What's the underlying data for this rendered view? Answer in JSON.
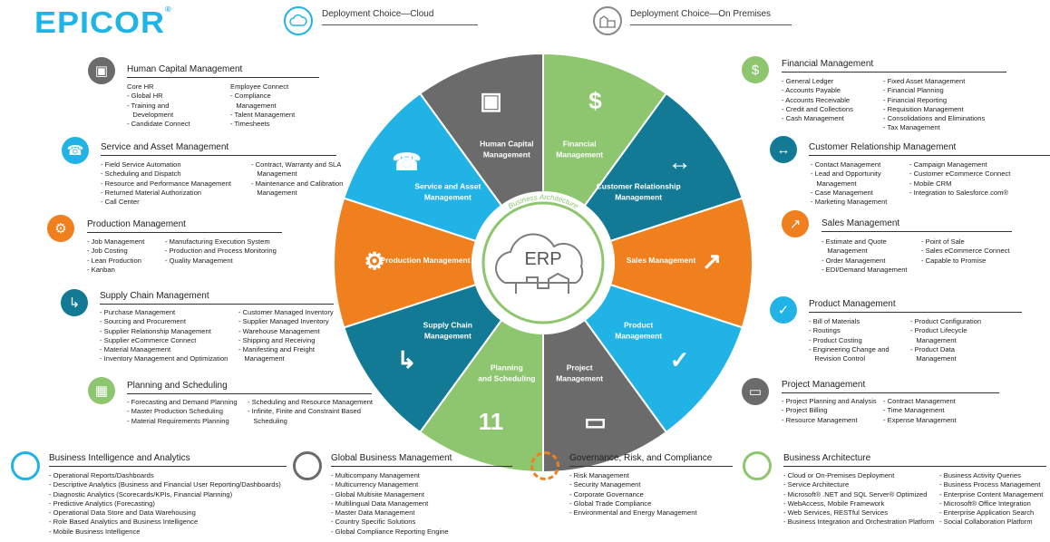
{
  "logo": "EPICOR",
  "deployment": {
    "cloud": "Deployment Choice—Cloud",
    "premises": "Deployment Choice—On Premises"
  },
  "wheel": {
    "center": "ERP",
    "ring_label": "Business Architecture",
    "segments": [
      {
        "l1": "Human Capital",
        "l2": "Management",
        "color": "#6b6b6b",
        "icon": "id-badge-icon"
      },
      {
        "l1": "Financial",
        "l2": "Management",
        "color": "#8dc66e",
        "icon": "magnifier-dollar-icon"
      },
      {
        "l1": "Customer Relationship",
        "l2": "Management",
        "color": "#127a94",
        "icon": "handshake-icon"
      },
      {
        "l1": "Sales Management",
        "l2": "",
        "color": "#f07f1e",
        "icon": "bar-chart-icon"
      },
      {
        "l1": "Product",
        "l2": "Management",
        "color": "#22b3e6",
        "icon": "clipboard-check-icon"
      },
      {
        "l1": "Project",
        "l2": "Management",
        "color": "#6b6b6b",
        "icon": "presentation-board-icon"
      },
      {
        "l1": "Planning",
        "l2": "and Scheduling",
        "color": "#8dc66e",
        "icon": "calendar-icon"
      },
      {
        "l1": "Supply Chain",
        "l2": "Management",
        "color": "#127a94",
        "icon": "box-arrow-icon"
      },
      {
        "l1": "Production Management",
        "l2": "",
        "color": "#f07f1e",
        "icon": "process-flow-icon"
      },
      {
        "l1": "Service and Asset",
        "l2": "Management",
        "color": "#22b3e6",
        "icon": "headset-agent-icon"
      }
    ]
  },
  "left_sections": [
    {
      "id": "hcm",
      "title": "Human Capital Management",
      "color": "#6b6b6b",
      "icon": "id-badge-icon",
      "col1": [
        "Core HR",
        "- Global HR",
        "- Training and",
        "  Development",
        "- Candidate Connect"
      ],
      "col2": [
        "Employee Connect",
        "- Compliance",
        "  Management",
        "- Talent Management",
        "- Timesheets"
      ]
    },
    {
      "id": "sam",
      "title": "Service and Asset Management",
      "color": "#22b3e6",
      "icon": "headset-agent-icon",
      "col1": [
        "- Field Service Automation",
        "- Scheduling and Dispatch",
        "-  Resource and Performance Management",
        "-  Returned Material Authorization",
        "- Call Center"
      ],
      "col2": [
        "- Contract, Warranty and SLA",
        "  Management",
        "- Maintenance and Calibration",
        "  Management"
      ]
    },
    {
      "id": "prod",
      "title": "Production Management",
      "color": "#f07f1e",
      "icon": "process-flow-icon",
      "col1": [
        "- Job Management",
        "- Job Costing",
        "- Lean Production",
        "- Kanban"
      ],
      "col2": [
        "- Manufacturing Execution System",
        "- Production and Process Monitoring",
        "- Quality Management"
      ]
    },
    {
      "id": "scm",
      "title": "Supply Chain Management",
      "color": "#127a94",
      "icon": "box-arrow-icon",
      "col1": [
        "- Purchase Management",
        "- Sourcing and Procurement",
        "- Supplier Relationship Management",
        "- Supplier eCommerce Connect",
        "- Material Management",
        "- Inventory Management and Optimization"
      ],
      "col2": [
        "- Customer Managed Inventory",
        "- Supplier Managed Inventory",
        "- Warehouse Management",
        "- Shipping and Receiving",
        "- Manifesting and Freight",
        "  Management"
      ]
    },
    {
      "id": "plan",
      "title": "Planning and Scheduling",
      "color": "#8dc66e",
      "icon": "calendar-icon",
      "col1": [
        "- Forecasting and Demand Planning",
        "- Master Production Scheduling",
        "- Material Requirements Planning"
      ],
      "col2": [
        "- Scheduling and Resource Management",
        "- Infinite, Finite and Constraint Based",
        "  Scheduling"
      ]
    }
  ],
  "right_sections": [
    {
      "id": "fin",
      "title": "Financial Management",
      "color": "#8dc66e",
      "icon": "magnifier-dollar-icon",
      "col1": [
        "- General Ledger",
        "- Accounts Payable",
        "- Accounts Receivable",
        "- Credit and Collections",
        "- Cash Management"
      ],
      "col2": [
        "- Fixed Asset Management",
        "- Financial Planning",
        "- Financial Reporting",
        "- Requisition Management",
        "- Consolidations and Eliminations",
        "- Tax Management"
      ]
    },
    {
      "id": "crm",
      "title": "Customer Relationship Management",
      "color": "#127a94",
      "icon": "handshake-icon",
      "col1": [
        "- Contact Management",
        "- Lead and Opportunity",
        "  Management",
        "- Case Management",
        "- Marketing Management"
      ],
      "col2": [
        "- Campaign Management",
        "- Customer eCommerce Connect",
        "- Mobile CRM",
        "- Integration to Salesforce.com®"
      ]
    },
    {
      "id": "sales",
      "title": "Sales Management",
      "color": "#f07f1e",
      "icon": "bar-chart-icon",
      "col1": [
        "- Estimate and Quote",
        "  Management",
        "- Order Management",
        "- EDI/Demand Management"
      ],
      "col2": [
        "- Point of Sale",
        "- Sales eCommerce Connect",
        "- Capable to Promise"
      ]
    },
    {
      "id": "product",
      "title": "Product Management",
      "color": "#22b3e6",
      "icon": "clipboard-check-icon",
      "col1": [
        "- Bill of Materials",
        "- Routings",
        "- Product Costing",
        "- Engineering Change and",
        "  Revision Control"
      ],
      "col2": [
        "- Product Configuration",
        "- Product Lifecycle",
        "  Management",
        "- Product Data",
        "  Management"
      ]
    },
    {
      "id": "project",
      "title": "Project Management",
      "color": "#6b6b6b",
      "icon": "presentation-board-icon",
      "col1": [
        "- Project Planning and Analysis",
        "- Project Billing",
        "- Resource Management"
      ],
      "col2": [
        "- Contract Management",
        "- Time Management",
        "- Expense Management"
      ]
    }
  ],
  "bottom_sections": [
    {
      "id": "bi",
      "title": "Business Intelligence and Analytics",
      "color": "#22b3e6",
      "style": "solid",
      "col1": [
        "- Operational Reports/Dashboards",
        "- Descriptive Analytics (Business and Financial User Reporting/Dashboards)",
        "- Diagnostic Analytics (Scorecards/KPIs, Financial Planning)",
        "- Predictive Analytics (Forecasting)",
        "- Operational Data Store and Data Warehousing",
        "- Role Based Analytics and Business Intelligence",
        "- Mobile Business Intelligence"
      ]
    },
    {
      "id": "gbm",
      "title": "Global Business Management",
      "color": "#6b6b6b",
      "style": "solid",
      "col1": [
        "- Multicompany Management",
        "- Multicurrency Management",
        "- Global Multisite Management",
        "- Multilingual Data Management",
        "- Master Data Management",
        "- Country Specific Solutions",
        "- Global Compliance Reporting Engine"
      ]
    },
    {
      "id": "grc",
      "title": "Governance, Risk, and Compliance",
      "color": "#f07f1e",
      "style": "dashed",
      "col1": [
        "- Risk Management",
        "- Security Management",
        "- Corporate Governance",
        "- Global Trade Compliance",
        "- Environmental and Energy Management"
      ]
    },
    {
      "id": "ba",
      "title": "Business Architecture",
      "color": "#8dc66e",
      "style": "solid",
      "col1": [
        "- Cloud or On-Premises Deployment",
        "- Service Architecture",
        "- Microsoft® .NET and SQL Server® Optimized",
        "- WebAccess, Mobile Framework",
        "- Web Services, RESTful Services",
        "- Business Integration and Orchestration Platform"
      ],
      "col2": [
        "- Business Activity Queries",
        "- Business Process Management",
        "- Enterprise Content Management",
        "- Microsoft® Office Integration",
        "- Enterprise Application Search",
        "- Social Collaboration Platform"
      ]
    }
  ]
}
